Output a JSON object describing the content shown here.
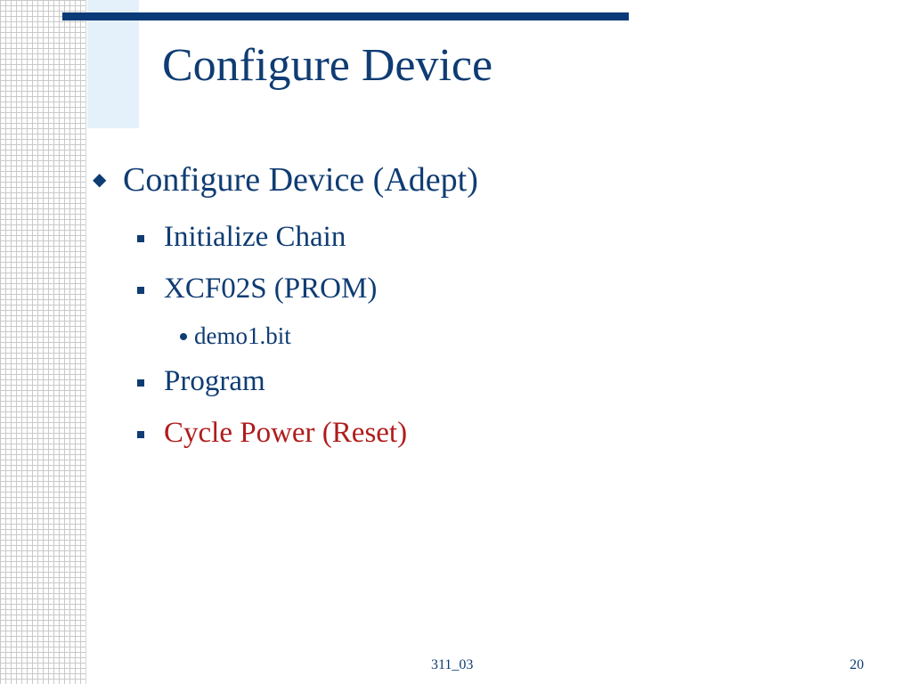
{
  "slide": {
    "title": "Configure Device",
    "bullets": [
      {
        "level": 1,
        "text": "Configure Device (Adept)",
        "bullet_icon": "diamond-bullet-icon"
      },
      {
        "level": 2,
        "text": "Initialize Chain",
        "bullet_icon": "square-bullet-icon"
      },
      {
        "level": 2,
        "text": "XCF02S (PROM)",
        "bullet_icon": "square-bullet-icon"
      },
      {
        "level": 3,
        "text": "demo1.bit",
        "bullet_icon": "round-bullet-icon"
      },
      {
        "level": 2,
        "text": "Program",
        "bullet_icon": "square-bullet-icon"
      },
      {
        "level": 2,
        "text": "Cycle Power (Reset)",
        "bullet_icon": "square-bullet-icon",
        "color": "#b01c1c"
      }
    ],
    "footer": {
      "center": "311_03",
      "page_number": "20"
    },
    "colors": {
      "title": "#0f3c73",
      "body_text": "#0f3c73",
      "highlight": "#b01c1c",
      "title_bar": "#0a3a78",
      "accent_block": "#e4f1fb"
    }
  }
}
